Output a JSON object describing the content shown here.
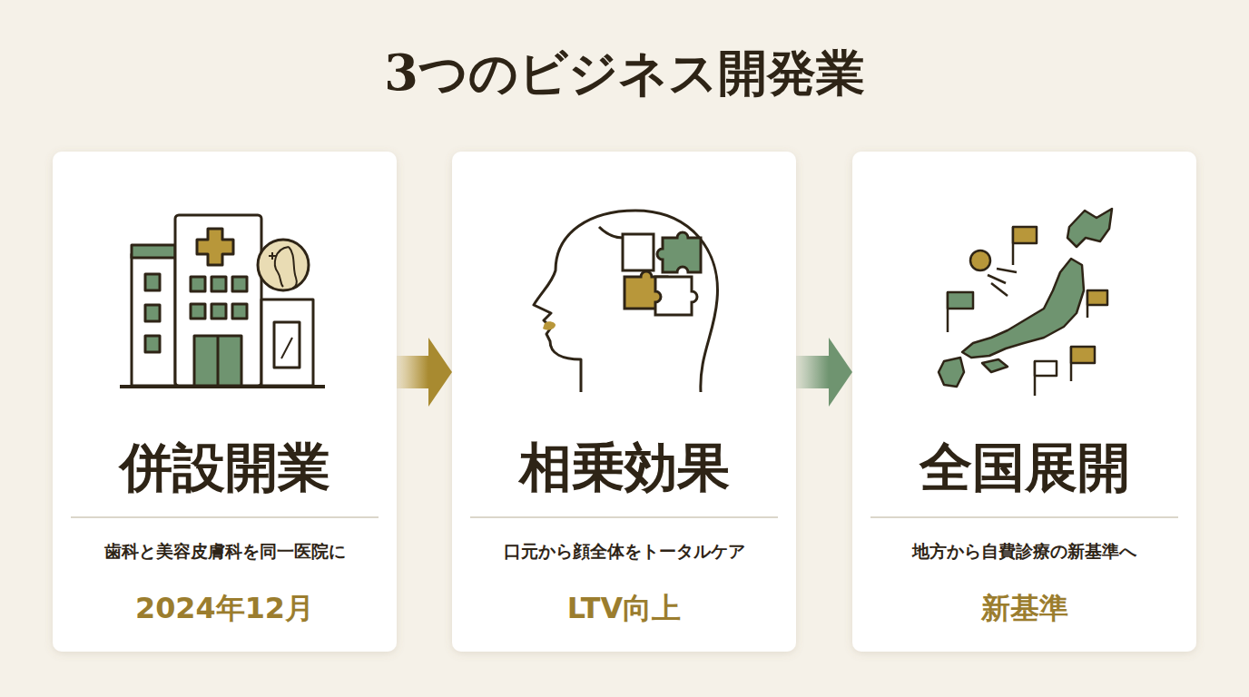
{
  "diagram": {
    "title": "3つのビジネス開発業",
    "nodes": [
      {
        "text": [
          "併設開業",
          "歯科と美容皮膚科を同一医院に",
          "2024年12月"
        ]
      },
      {
        "text": [
          "相乗効果",
          "口元から顔全体をトータルケア",
          "LTV向上"
        ]
      },
      {
        "text": [
          "全国展開",
          "地方から自費診療の新基準へ",
          "新基準"
        ]
      }
    ],
    "edges": [
      {
        "from": 0,
        "to": 1,
        "arrow": "to"
      },
      {
        "from": 1,
        "to": 2,
        "arrow": "to"
      }
    ]
  }
}
